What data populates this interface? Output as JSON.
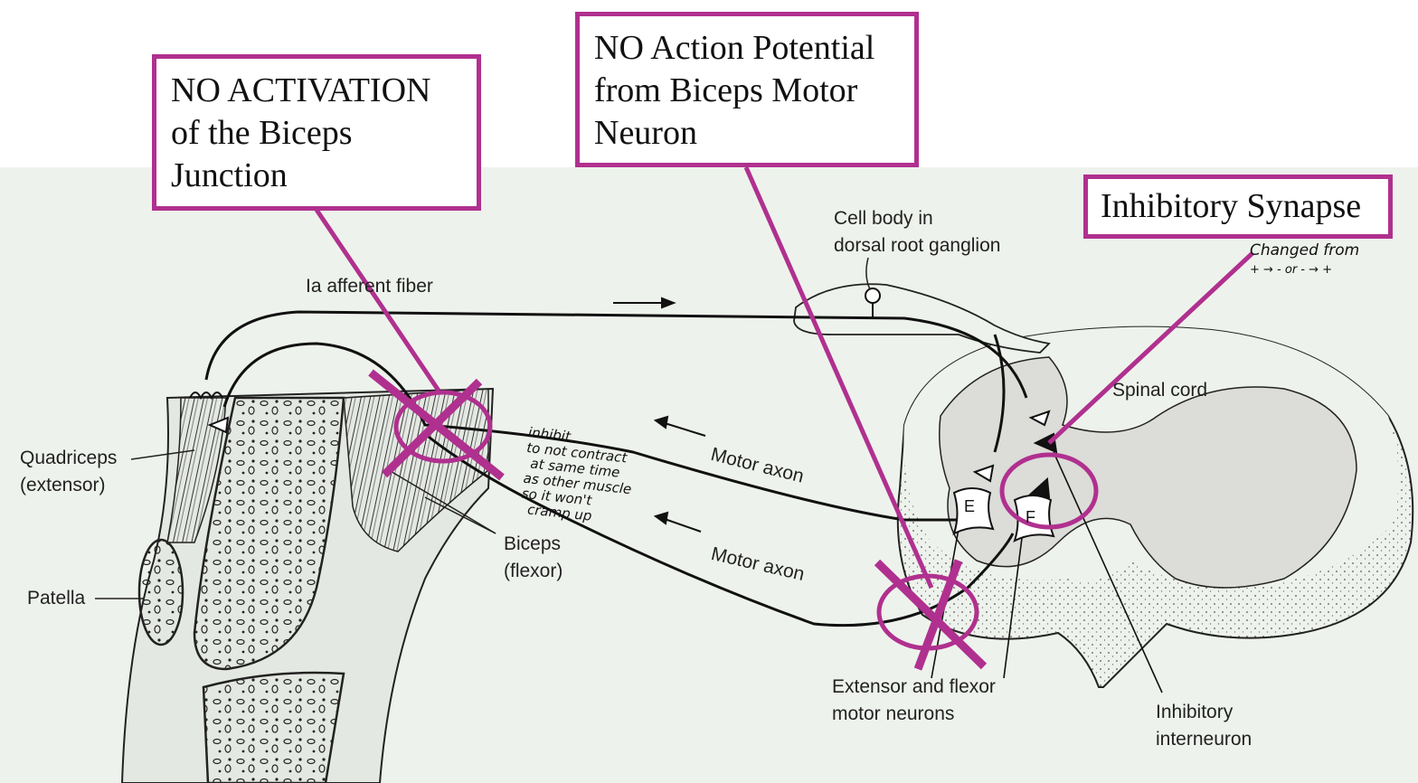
{
  "callouts": {
    "biceps_junction": [
      "NO ACTIVATION",
      "of the Biceps",
      "Junction"
    ],
    "motor_neuron": [
      "NO Action Potential",
      "from Biceps Motor",
      "Neuron"
    ],
    "inhibitory_synapse": "Inhibitory Synapse"
  },
  "handwritten": {
    "synapse_note": [
      "Changed from",
      "+ → -  or  - → +"
    ],
    "biceps_note": [
      "inhibit",
      "to not contract",
      "at same time",
      "as other muscle",
      "so it won't",
      "cramp up"
    ]
  },
  "labels": {
    "afferent_fiber": "Ia afferent fiber",
    "cell_body": [
      "Cell body in",
      "dorsal root ganglion"
    ],
    "spinal_cord": "Spinal cord",
    "motor_axon_upper": "Motor axon",
    "motor_axon_lower": "Motor axon",
    "quadriceps": [
      "Quadriceps",
      "(extensor)"
    ],
    "patella": "Patella",
    "biceps": [
      "Biceps",
      "(flexor)"
    ],
    "motor_neurons": [
      "Extensor and flexor",
      "motor neurons"
    ],
    "interneuron": [
      "Inhibitory",
      "interneuron"
    ],
    "neuron_e": "E",
    "neuron_f": "F"
  },
  "colors": {
    "annotation": "#b0308f",
    "diagram_background": "#eef2ec",
    "ink": "#1a1a1a"
  }
}
